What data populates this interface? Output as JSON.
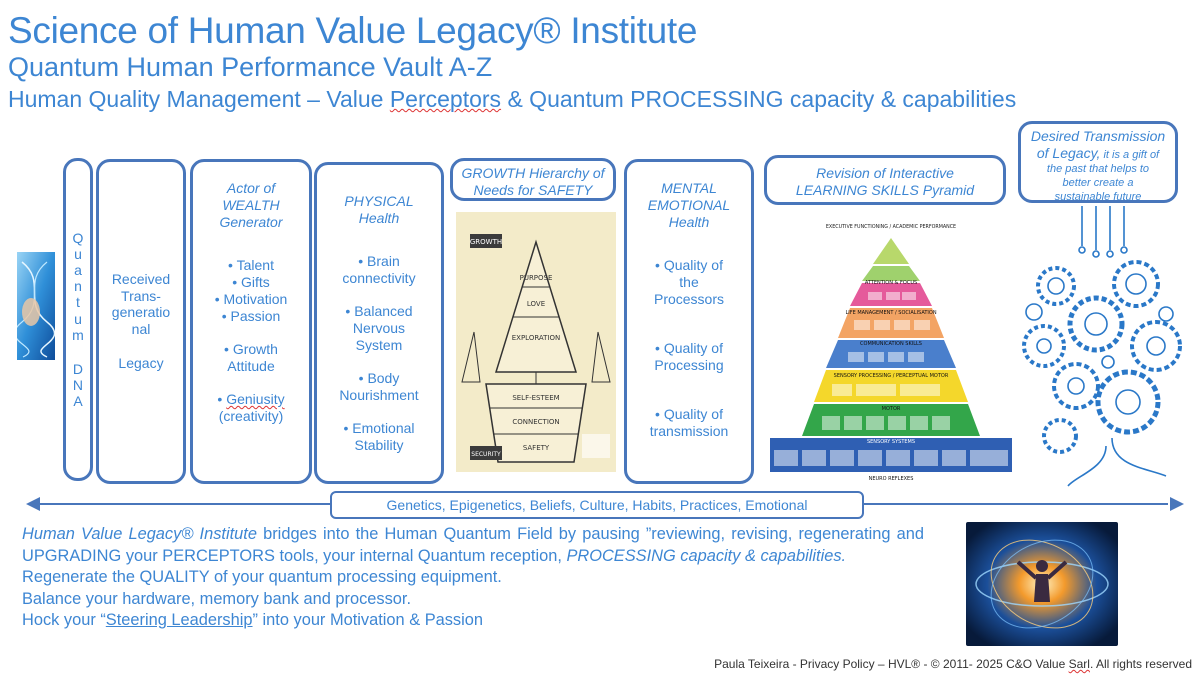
{
  "header": {
    "title": "Science of Human Value Legacy® Institute",
    "subtitle": "Quantum Human Performance Vault A-Z",
    "tagline_a": "Human Quality Management – Value ",
    "tagline_b": "Perceptors",
    "tagline_c": " & Quantum PROCESSING capacity & capabilities"
  },
  "quantum_dna": {
    "letters": [
      "Q",
      "u",
      "a",
      "n",
      "t",
      "u",
      "m",
      "",
      "D",
      "N",
      "A"
    ]
  },
  "received": {
    "line1": "Received",
    "line2": "Trans-",
    "line3": "generatio",
    "line4": "nal",
    "line5": "Legacy"
  },
  "wealth": {
    "h1": "Actor of",
    "h2": "WEALTH",
    "h3": "Generator",
    "items": [
      "Talent",
      "Gifts",
      "Motivation",
      "Passion"
    ],
    "growth1": "Growth",
    "growth2": "Attitude",
    "geniusity": "Geniusity",
    "creativity": "(creativity)"
  },
  "physical": {
    "h1": "PHYSICAL",
    "h2": "Health",
    "i1a": "Brain",
    "i1b": "connectivity",
    "i2a": "Balanced",
    "i2b": "Nervous",
    "i2c": "System",
    "i3a": "Body",
    "i3b": "Nourishment",
    "i4a": "Emotional",
    "i4b": "Stability"
  },
  "growth": {
    "h1": "GROWTH Hierarchy of",
    "h2": "Needs for SAFETY",
    "labels": {
      "growth": "GROWTH",
      "purpose": "PURPOSE",
      "love": "LOVE",
      "exploration": "EXPLORATION",
      "esteem": "SELF-ESTEEM",
      "connection": "CONNECTION",
      "safety": "SAFETY",
      "security": "SECURITY"
    }
  },
  "mental": {
    "h1": "MENTAL",
    "h2": "EMOTIONAL",
    "h3": "Health",
    "i1a": "Quality of",
    "i1b": "the",
    "i1c": "Processors",
    "i2a": "Quality of",
    "i2b": "Processing",
    "i3a": "Quality of",
    "i3b": "transmission"
  },
  "learning": {
    "h1": "Revision of Interactive",
    "h2": "LEARNING SKILLS Pyramid",
    "layers": [
      "EXECUTIVE FUNCTIONING / ACADEMIC PERFORMANCE",
      "ATTENTION & FOCUS",
      "LIFE MANAGEMENT / SOCIALISATION",
      "COMMUNICATION SKILLS",
      "SENSORY PROCESSING / PERCEPTUAL MOTOR",
      "MOTOR",
      "SENSORY SYSTEMS",
      "NEURO REFLEXES"
    ]
  },
  "legacy": {
    "h1": "Desired Transmission",
    "h2": "of Legacy,",
    "small1": " it is a gift of",
    "small2": "the past that helps to",
    "small3": "better create a",
    "small4": "sustainable future"
  },
  "genetics_bar": "Genetics, Epigenetics, Beliefs, Culture, Habits, Practices, Emotional",
  "body": {
    "p1_italic": "Human Value Legacy® Institute",
    "p1_rest": " bridges into the Human Quantum Field by pausing ”reviewing, revising, regenerating and UPGRADING your PERCEPTORS tools, your internal Quantum reception, ",
    "p1_italic2": "PROCESSING capacity & capabilities.",
    "p2": "Regenerate the QUALITY of your quantum processing equipment.",
    "p3": "Balance your hardware, memory bank and processor.",
    "p4_a": "Hock your “",
    "p4_link": "Steering Leadership",
    "p4_b": "” into your Motivation & Passion"
  },
  "footer": {
    "a": "Paula Teixeira - Privacy Policy – HVL® - © 2011- 2025 C&O Value ",
    "sarl": "Sarl",
    "b": ". All rights reserved"
  }
}
